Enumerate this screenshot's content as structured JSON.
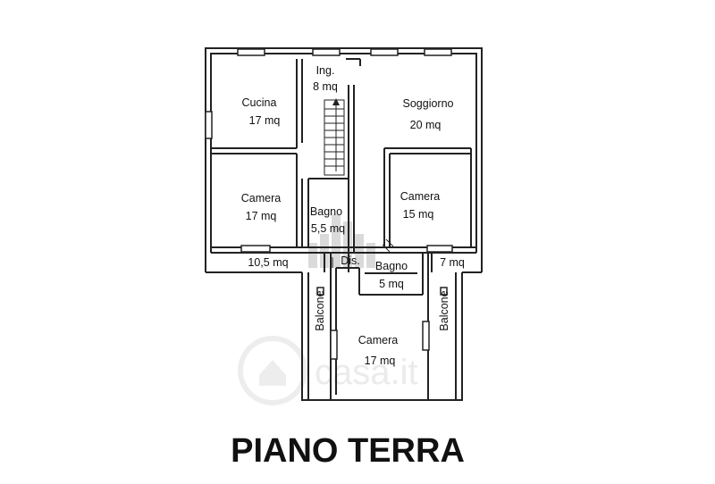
{
  "title": "PIANO TERRA",
  "rooms": {
    "ingresso": {
      "name": "Ing.",
      "area": "8 mq"
    },
    "cucina": {
      "name": "Cucina",
      "area": "17 mq"
    },
    "soggiorno": {
      "name": "Soggiorno",
      "area": "20 mq"
    },
    "camera_left": {
      "name": "Camera",
      "area": "17 mq"
    },
    "bagno_center": {
      "name": "Bagno",
      "area": "5,5 mq"
    },
    "camera_right": {
      "name": "Camera",
      "area": "15 mq"
    },
    "balcony_left": {
      "area": "10,5 mq"
    },
    "disimpegno": {
      "name": "Dis."
    },
    "bagno_small": {
      "name": "Bagno",
      "area": "5 mq"
    },
    "balcony_right": {
      "area": "7 mq"
    },
    "camera_bottom": {
      "name": "Camera",
      "area": "17 mq"
    }
  },
  "balconies": {
    "left_label": "Balcone",
    "right_label": "Balcone"
  },
  "watermark": {
    "text": "casa.it"
  }
}
